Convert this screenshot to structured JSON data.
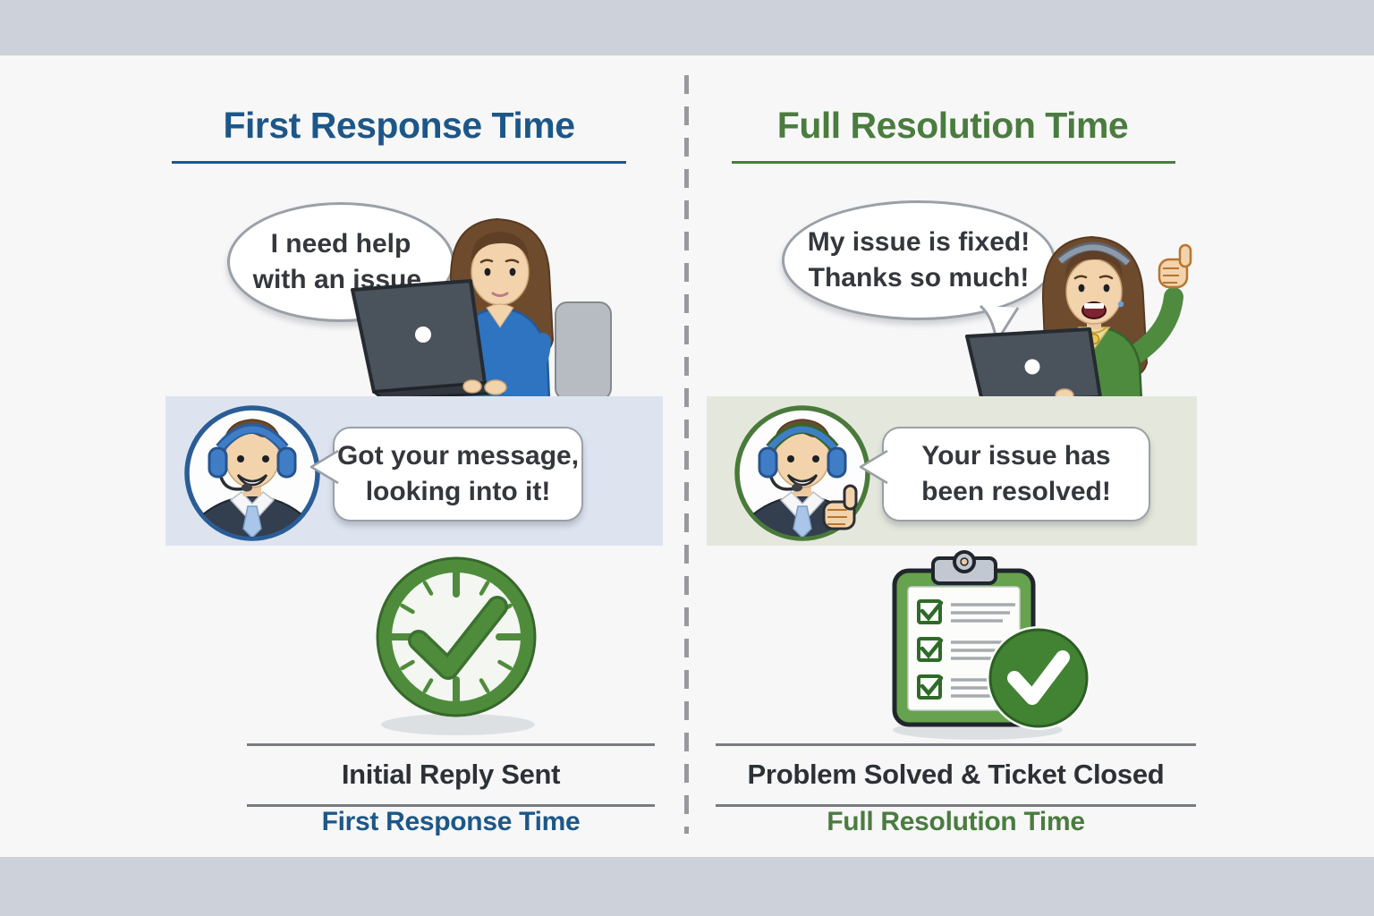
{
  "meta": {
    "kind": "support-metrics-comparison-infographic"
  },
  "colors": {
    "accent_blue": "#1d5788",
    "accent_green": "#4a7c3f",
    "band_blue": "#dde4f0",
    "band_green": "#e4e8dc",
    "frame_bar": "#cdd1da",
    "canvas_bg": "#f7f7f8",
    "text_dark": "#2d3136",
    "divider_gray": "#97999d",
    "bubble_border": "#9aa0a6",
    "icon_green": "#4e8c3c"
  },
  "left_panel": {
    "title": "First Response Time",
    "customer_bubble_line1": "I need help",
    "customer_bubble_line2": "with an issue.",
    "agent_bubble_line1": "Got your message,",
    "agent_bubble_line2": "looking into it!",
    "milestone": "Initial Reply Sent",
    "metric_label": "First Response Time"
  },
  "right_panel": {
    "title": "Full Resolution Time",
    "customer_bubble_line1": "My issue is fixed!",
    "customer_bubble_line2": "Thanks so much!",
    "agent_bubble_line1": "Your issue has",
    "agent_bubble_line2": "been resolved!",
    "milestone": "Problem Solved & Ticket Closed",
    "metric_label": "Full Resolution Time"
  }
}
